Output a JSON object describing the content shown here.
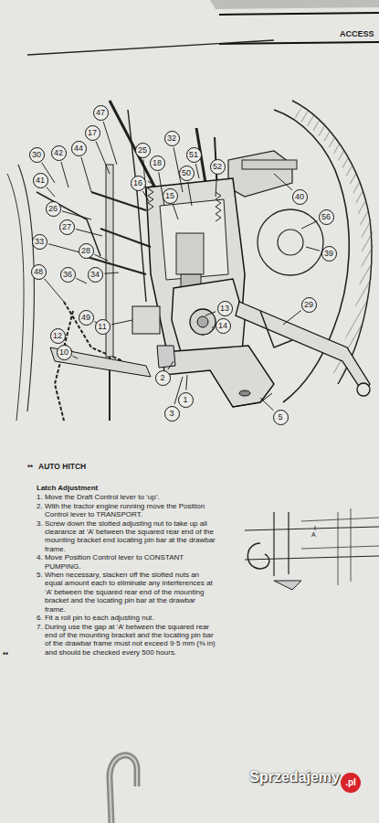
{
  "diagram": {
    "title": "AUTO HITCH",
    "nodes": [
      {
        "text": [
          "47"
        ]
      },
      {
        "text": [
          "17"
        ]
      },
      {
        "text": [
          "30"
        ]
      },
      {
        "text": [
          "42"
        ]
      },
      {
        "text": [
          "44"
        ]
      },
      {
        "text": [
          "25"
        ]
      },
      {
        "text": [
          "32"
        ]
      },
      {
        "text": [
          "18"
        ]
      },
      {
        "text": [
          "51"
        ]
      },
      {
        "text": [
          "50"
        ]
      },
      {
        "text": [
          "52"
        ]
      },
      {
        "text": [
          "41"
        ]
      },
      {
        "text": [
          "16"
        ]
      },
      {
        "text": [
          "15"
        ]
      },
      {
        "text": [
          "40"
        ]
      },
      {
        "text": [
          "26"
        ]
      },
      {
        "text": [
          "56"
        ]
      },
      {
        "text": [
          "27"
        ]
      },
      {
        "text": [
          "33"
        ]
      },
      {
        "text": [
          "28"
        ]
      },
      {
        "text": [
          "39"
        ]
      },
      {
        "text": [
          "48"
        ]
      },
      {
        "text": [
          "36"
        ]
      },
      {
        "text": [
          "34"
        ]
      },
      {
        "text": [
          "29"
        ]
      },
      {
        "text": [
          "49"
        ]
      },
      {
        "text": [
          "13"
        ]
      },
      {
        "text": [
          "11"
        ]
      },
      {
        "text": [
          "14"
        ]
      },
      {
        "text": [
          "12"
        ]
      },
      {
        "text": [
          "10"
        ]
      },
      {
        "text": [
          "2"
        ]
      },
      {
        "text": [
          "1"
        ]
      },
      {
        "text": [
          "3"
        ]
      },
      {
        "text": [
          "5"
        ]
      }
    ],
    "labels": [
      "ACCESS",
      "••",
      "Latch Adjustment",
      "1. Move the Draft Control lever to ‘up’.",
      "2. With the tractor engine running move the Position Control lever to TRANSPORT.",
      "3. Screw down the slotted adjusting nut to take up all clearance at ‘A’ between the squared rear end of the mounting bracket end locating pin bar at the drawbar frame.",
      "4. Move Position Control lever to CONSTANT PUMPING.",
      "5. When necessary, slacken off the slotted nuts an equal amount each to eliminate any interferences at ‘A’ between the squared rear end of the mounting bracket and the locating pin bar at the drawbar frame.",
      "6. Fit a roll pin to each adjusting nut.",
      "7. During use the gap at ‘A’ between the squared rear end of the mounting bracket and the locating pin bar of the drawbar frame must not exceed 9·5 mm (⅜ in) and should be checked every 500 hours.",
      "••",
      "A",
      "Sprzedajemy",
      ".pl"
    ]
  }
}
